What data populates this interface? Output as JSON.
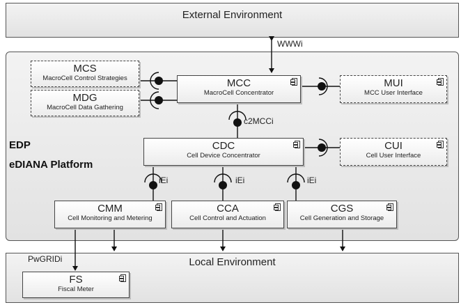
{
  "external_environment": {
    "title": "External Environment"
  },
  "platform": {
    "short_name": "EDP",
    "full_name": "eDIANA Platform"
  },
  "local_environment": {
    "title": "Local Environment"
  },
  "components": {
    "mcs": {
      "name": "MCS",
      "desc": "MacroCell Control Strategies"
    },
    "mdg": {
      "name": "MDG",
      "desc": "MacroCell Data Gathering"
    },
    "mcc": {
      "name": "MCC",
      "desc": "MacroCell Concentrator"
    },
    "mui": {
      "name": "MUI",
      "desc": "MCC User Interface"
    },
    "cdc": {
      "name": "CDC",
      "desc": "Cell Device Concentrator"
    },
    "cui": {
      "name": "CUI",
      "desc": "Cell User Interface"
    },
    "cmm": {
      "name": "CMM",
      "desc": "Cell Monitoring and Metering"
    },
    "cca": {
      "name": "CCA",
      "desc": "Cell Control and Actuation"
    },
    "cgs": {
      "name": "CGS",
      "desc": "Cell Generation and Storage"
    },
    "fs": {
      "name": "FS",
      "desc": "Fiscal Meter"
    }
  },
  "interfaces": {
    "wwwi": "WWWi",
    "c2mcci": "c2MCCi",
    "iei_cmm": "iEi",
    "iei_cca": "iEi",
    "iei_cgs": "iEi",
    "pwgridi": "PwGRIDi"
  }
}
